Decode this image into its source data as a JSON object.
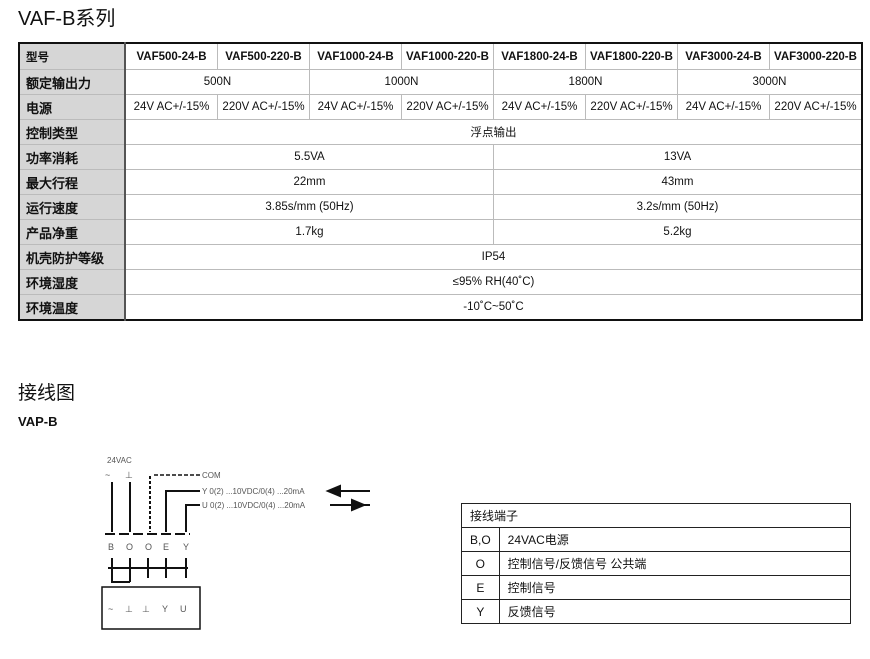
{
  "title": "VAF-B系列",
  "spec": {
    "headers": [
      "型号",
      "VAF500-24-B",
      "VAF500-220-B",
      "VAF1000-24-B",
      "VAF1000-220-B",
      "VAF1800-24-B",
      "VAF1800-220-B",
      "VAF3000-24-B",
      "VAF3000-220-B"
    ],
    "force": {
      "label": "额定输出力",
      "values": [
        "500N",
        "1000N",
        "1800N",
        "3000N"
      ]
    },
    "power": {
      "label": "电源",
      "values": [
        "24V AC+/-15%",
        "220V AC+/-15%",
        "24V AC+/-15%",
        "220V AC+/-15%",
        "24V AC+/-15%",
        "220V AC+/-15%",
        "24V AC+/-15%",
        "220V AC+/-15%"
      ]
    },
    "control": {
      "label": "控制类型",
      "value": "浮点输出"
    },
    "consumption": {
      "label": "功率消耗",
      "values": [
        "5.5VA",
        "13VA"
      ]
    },
    "stroke": {
      "label": "最大行程",
      "values": [
        "22mm",
        "43mm"
      ]
    },
    "speed": {
      "label": "运行速度",
      "values": [
        "3.85s/mm (50Hz)",
        "3.2s/mm (50Hz)"
      ]
    },
    "weight": {
      "label": "产品净重",
      "values": [
        "1.7kg",
        "5.2kg"
      ]
    },
    "protection": {
      "label": "机壳防护等级",
      "value": "IP54"
    },
    "humidity": {
      "label": "环境湿度",
      "value": "≤95% RH(40˚C)"
    },
    "temperature": {
      "label": "环境温度",
      "value": "-10˚C~50˚C"
    }
  },
  "wiring": {
    "title": "接线图",
    "subtitle": "VAP-B",
    "diagram": {
      "supply": "24VAC",
      "com": "COM",
      "y_signal": "Y  0(2) ...10VDC/0(4) ...20mA",
      "u_signal": "U  0(2) ...10VDC/0(4) ...20mA",
      "terminals": [
        "B",
        "O",
        "O",
        "E",
        "Y"
      ],
      "box_labels": [
        "Y",
        "U"
      ]
    },
    "terminal_table": {
      "header": "接线端子",
      "rows": [
        [
          "B,O",
          "24VAC电源"
        ],
        [
          "O",
          "控制信号/反馈信号 公共端"
        ],
        [
          "E",
          "控制信号"
        ],
        [
          "Y",
          "反馈信号"
        ]
      ]
    }
  }
}
